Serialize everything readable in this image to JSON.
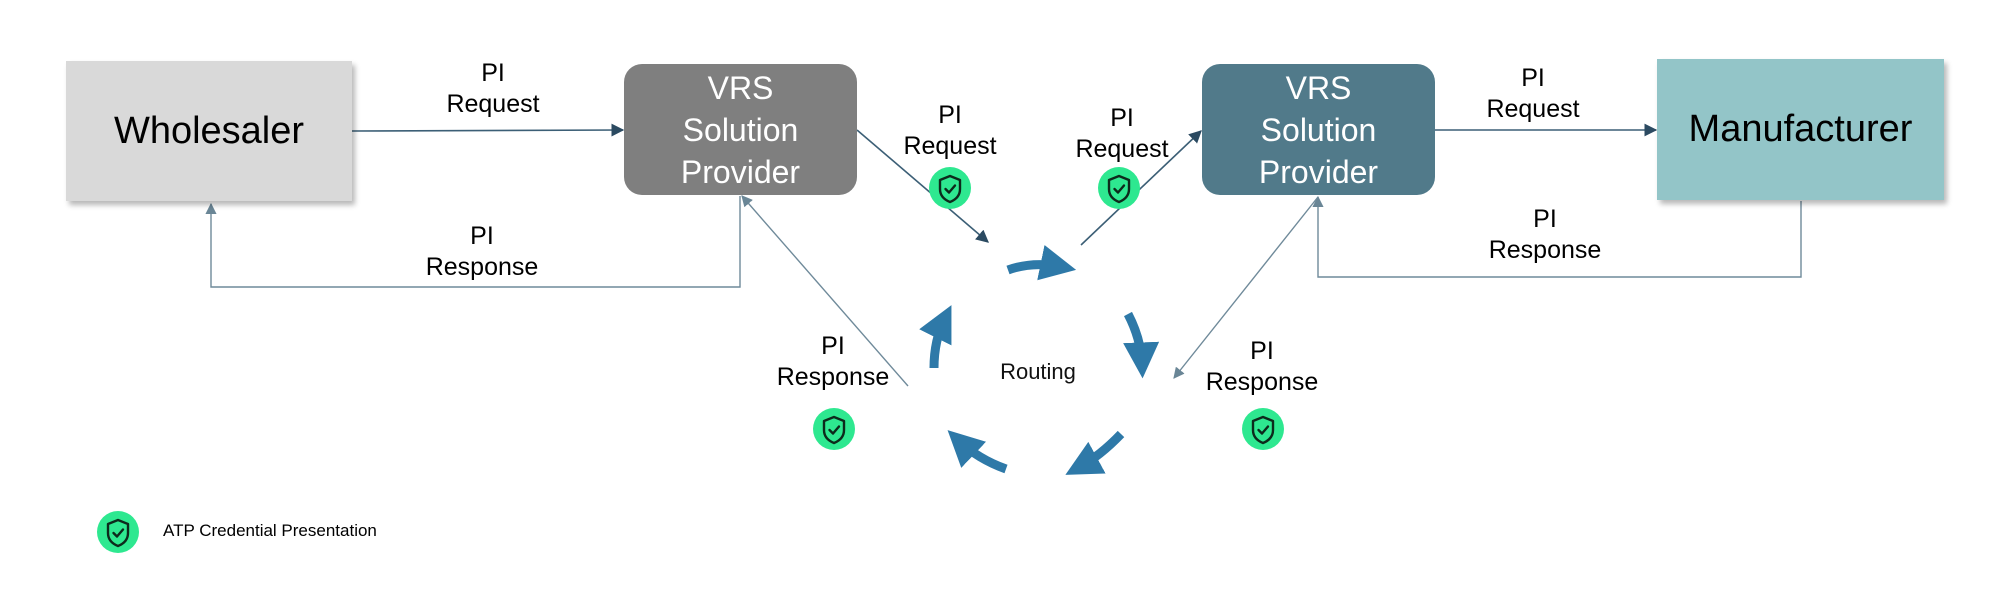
{
  "nodes": {
    "wholesaler": "Wholesaler",
    "vrs_left": "VRS\nSolution\nProvider",
    "vrs_right": "VRS\nSolution\nProvider",
    "manufacturer": "Manufacturer"
  },
  "edges": {
    "wholesaler_to_vrs_request": "PI\nRequest",
    "vrs_to_wholesaler_response": "PI\nResponse",
    "vrs_left_to_routing_request": "PI\nRequest",
    "routing_to_vrs_right_request": "PI\nRequest",
    "vrs_right_to_manufacturer_request": "PI\nRequest",
    "manufacturer_to_vrs_right_response": "PI\nResponse",
    "routing_to_vrs_left_response": "PI\nResponse",
    "vrs_right_to_routing_response": "PI\nResponse"
  },
  "routing_label": "Routing",
  "legend": {
    "icon": "shield-check-icon",
    "label": "ATP Credential Presentation"
  },
  "colors": {
    "wholesaler": "#d9d9d9",
    "vrs_left": "#7f7f7f",
    "vrs_right": "#517a8a",
    "manufacturer": "#93c5c8",
    "routing_arrows": "#2e79a8",
    "badge": "#2ee890",
    "connector": "#516f80"
  }
}
